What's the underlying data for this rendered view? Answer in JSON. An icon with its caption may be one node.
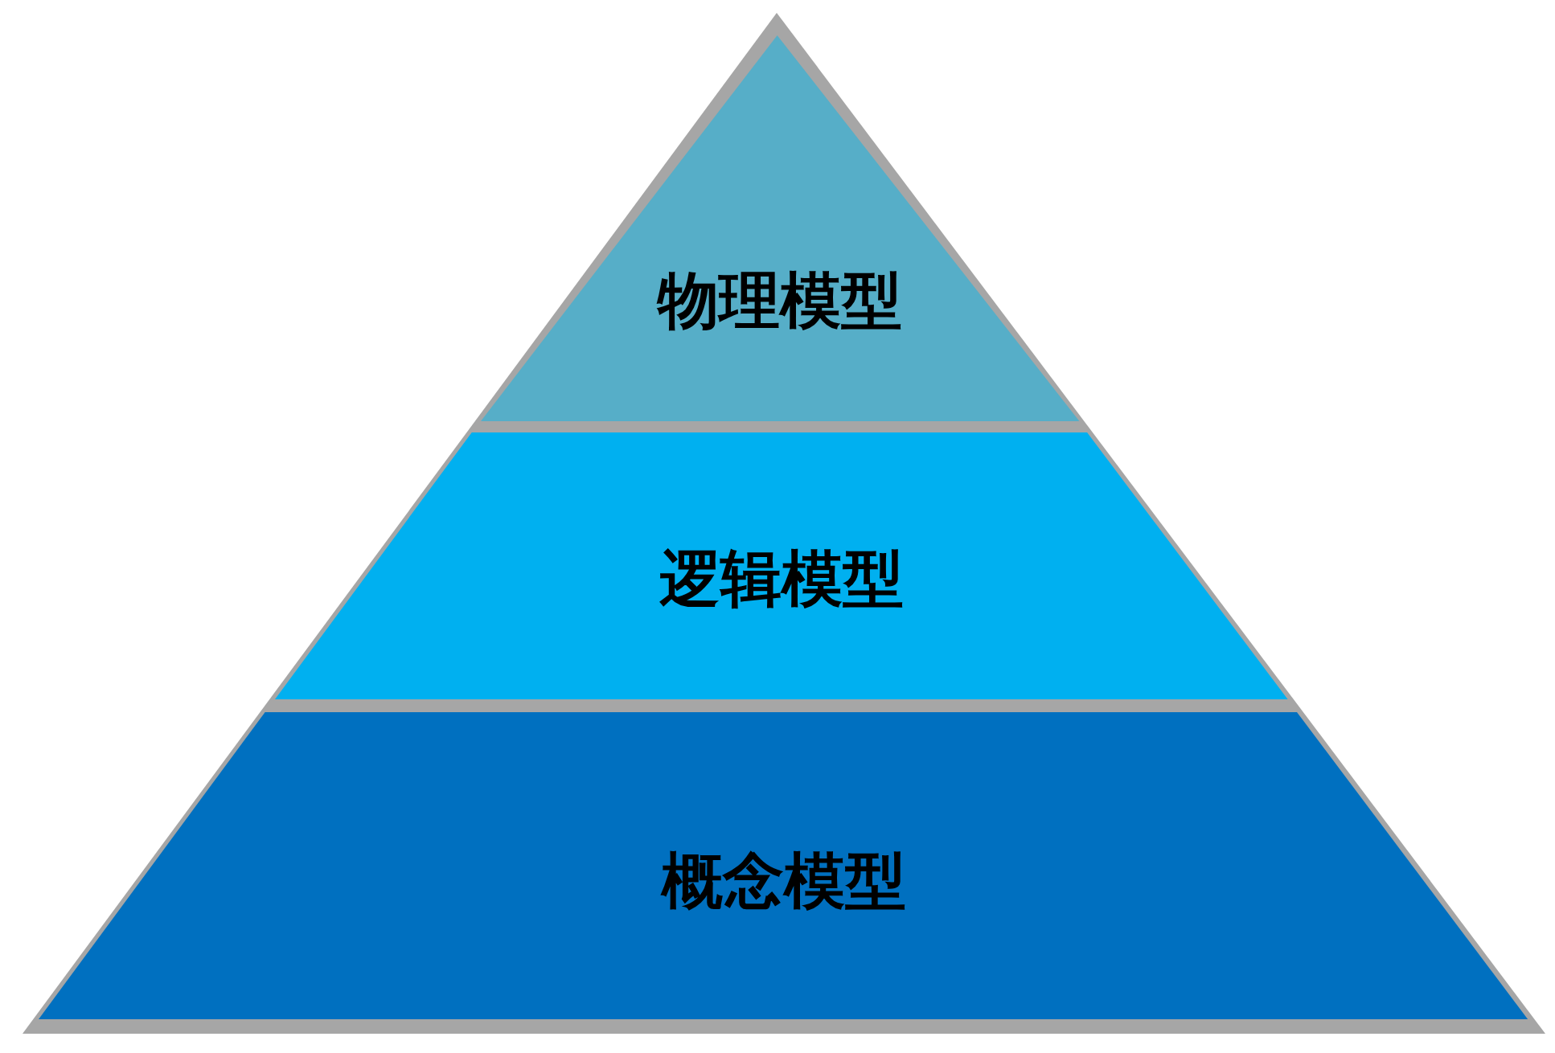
{
  "diagram": {
    "nodes": [
      {
        "text": [
          "物理模型"
        ]
      },
      {
        "text": [
          "逻辑模型"
        ]
      },
      {
        "text": [
          "概念模型"
        ]
      }
    ]
  }
}
